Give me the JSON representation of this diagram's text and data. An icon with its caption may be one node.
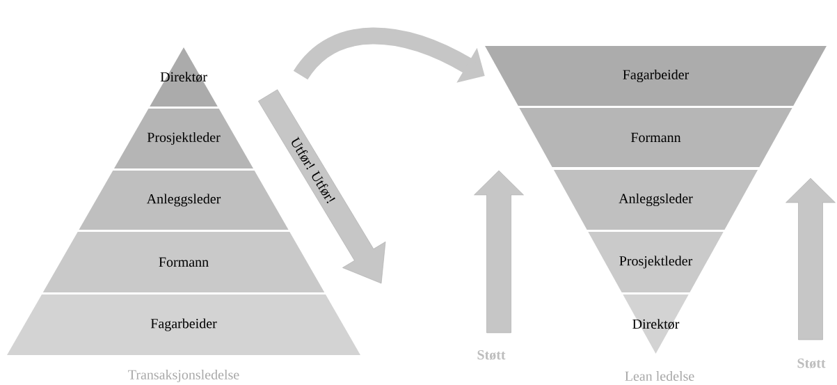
{
  "diagram": {
    "nodes": [
      {
        "text": [
          "Direktør"
        ]
      },
      {
        "text": [
          "Prosjektleder"
        ]
      },
      {
        "text": [
          "Anleggsleder"
        ]
      },
      {
        "text": [
          "Formann"
        ]
      },
      {
        "text": [
          "Fagarbeider"
        ]
      },
      {
        "text": [
          "Fagarbeider"
        ]
      },
      {
        "text": [
          "Formann"
        ]
      },
      {
        "text": [
          "Anleggsleder"
        ]
      },
      {
        "text": [
          "Prosjektleder"
        ]
      },
      {
        "text": [
          "Direktør"
        ]
      }
    ],
    "edges": [
      {
        "from": null,
        "to": 5,
        "arrow": "to"
      }
    ],
    "labels": [
      "Utfør! Utfør!",
      "Støtt",
      "Støtt",
      "Transaksjonsledelse",
      "Lean ledelse"
    ]
  }
}
